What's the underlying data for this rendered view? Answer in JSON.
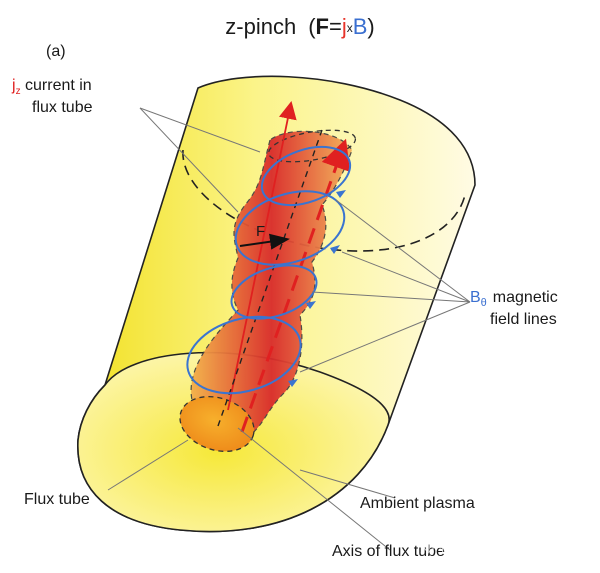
{
  "title": {
    "prefix": "z-pinch",
    "open": "(",
    "F": "F",
    "eq": "=",
    "j": "j",
    "x": "x",
    "B": "B",
    "close": ")"
  },
  "panel_label": "(a)",
  "labels": {
    "jz_j": "j",
    "jz_sub": "z",
    "jz_line1": " current in",
    "jz_line2": "flux tube",
    "force": "F",
    "btheta_B": "B",
    "btheta_sub": "θ",
    "btheta_line1": "magnetic",
    "btheta_line2": "field lines",
    "flux_tube": "Flux tube",
    "ambient": "Ambient plasma",
    "axis": "Axis of flux tube"
  },
  "watermark": "知乎 @Shane Black",
  "colors": {
    "plasma_yellow": "#f8ee4a",
    "tube_red": "#d8262a",
    "tube_orange": "#f39a2c",
    "current_red": "#e02020",
    "field_blue": "#3a74d0",
    "title_red": "#e8352b",
    "title_blue": "#3a6fd0"
  }
}
